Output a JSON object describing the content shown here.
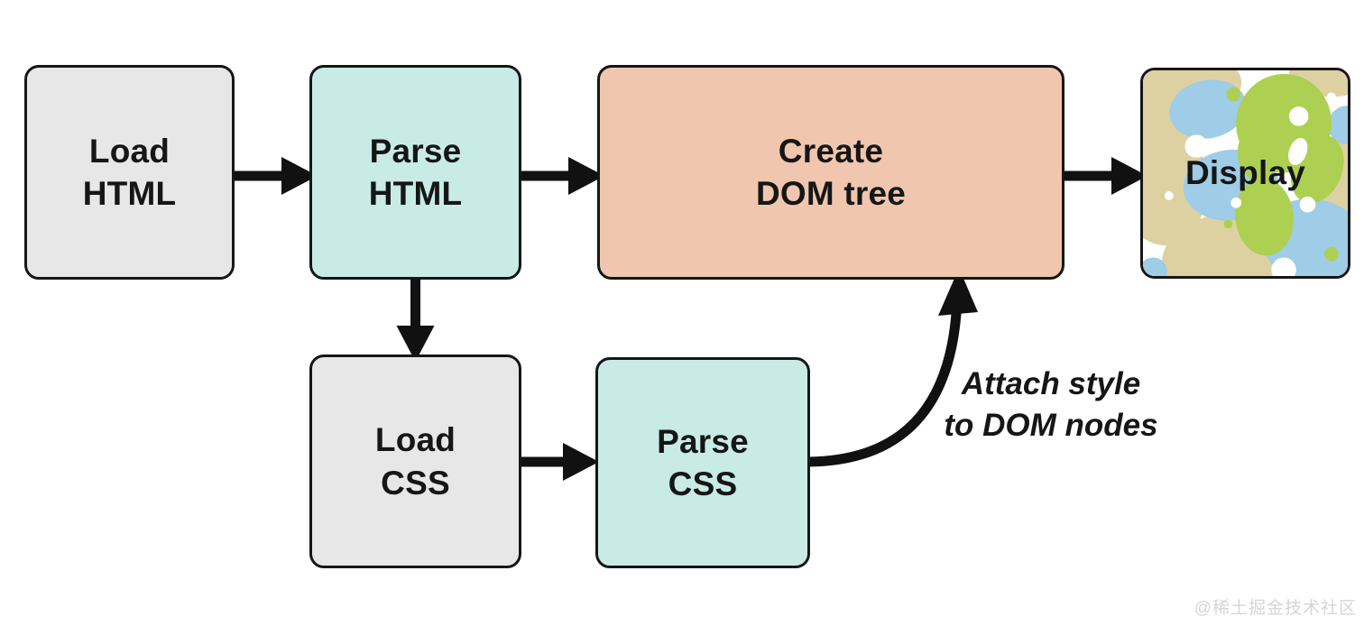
{
  "diagram": {
    "nodes": {
      "load_html": {
        "label": "Load\nHTML",
        "color": "#e7e7e7"
      },
      "parse_html": {
        "label": "Parse\nHTML",
        "color": "#c8ebe6"
      },
      "create_dom": {
        "label": "Create\nDOM tree",
        "color": "#f0c6ae"
      },
      "display": {
        "label": "Display",
        "color": "blob-pattern"
      },
      "load_css": {
        "label": "Load\nCSS",
        "color": "#e7e7e7"
      },
      "parse_css": {
        "label": "Parse\nCSS",
        "color": "#c8ebe6"
      }
    },
    "edges": [
      {
        "from": "Load HTML",
        "to": "Parse HTML",
        "style": "straight"
      },
      {
        "from": "Parse HTML",
        "to": "Create DOM tree",
        "style": "straight"
      },
      {
        "from": "Create DOM tree",
        "to": "Display",
        "style": "straight"
      },
      {
        "from": "Parse HTML",
        "to": "Load CSS",
        "style": "straight"
      },
      {
        "from": "Load CSS",
        "to": "Parse CSS",
        "style": "straight"
      },
      {
        "from": "Parse CSS",
        "to": "Create DOM tree",
        "style": "curved",
        "label": "Attach style to DOM nodes"
      }
    ],
    "annotation": "Attach style\nto DOM nodes",
    "colors": {
      "border": "#161616",
      "arrow": "#111111",
      "pattern_tan": "#ddd1a2",
      "pattern_blue": "#9fcce6",
      "pattern_green": "#aed052",
      "pattern_bg": "#ffffff"
    }
  },
  "watermark": "@稀土掘金技术社区"
}
